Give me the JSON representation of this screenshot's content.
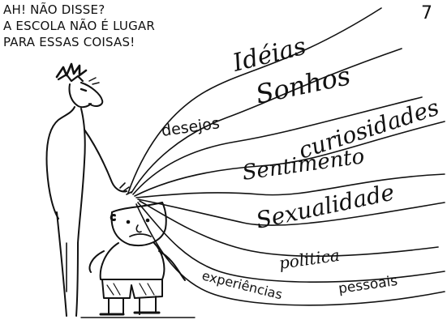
{
  "caption": {
    "line1": "AH! NÃO DISSE?",
    "line2": "A ESCOLA NÃO É LUGAR",
    "line3": "PARA ESSAS COISAS!"
  },
  "page_number": "7",
  "streams": {
    "ideias": "Idéias",
    "sonhos": "Sonhos",
    "desejos": "desejos",
    "curiosidades": "curiosidades",
    "sentimento": "Sentimento",
    "sexualidade": "Sexualidade",
    "politica": "politica",
    "experiencias": "experiências",
    "pessoais": "pessoais"
  },
  "colors": {
    "ink": "#111111",
    "paper": "#ffffff"
  }
}
